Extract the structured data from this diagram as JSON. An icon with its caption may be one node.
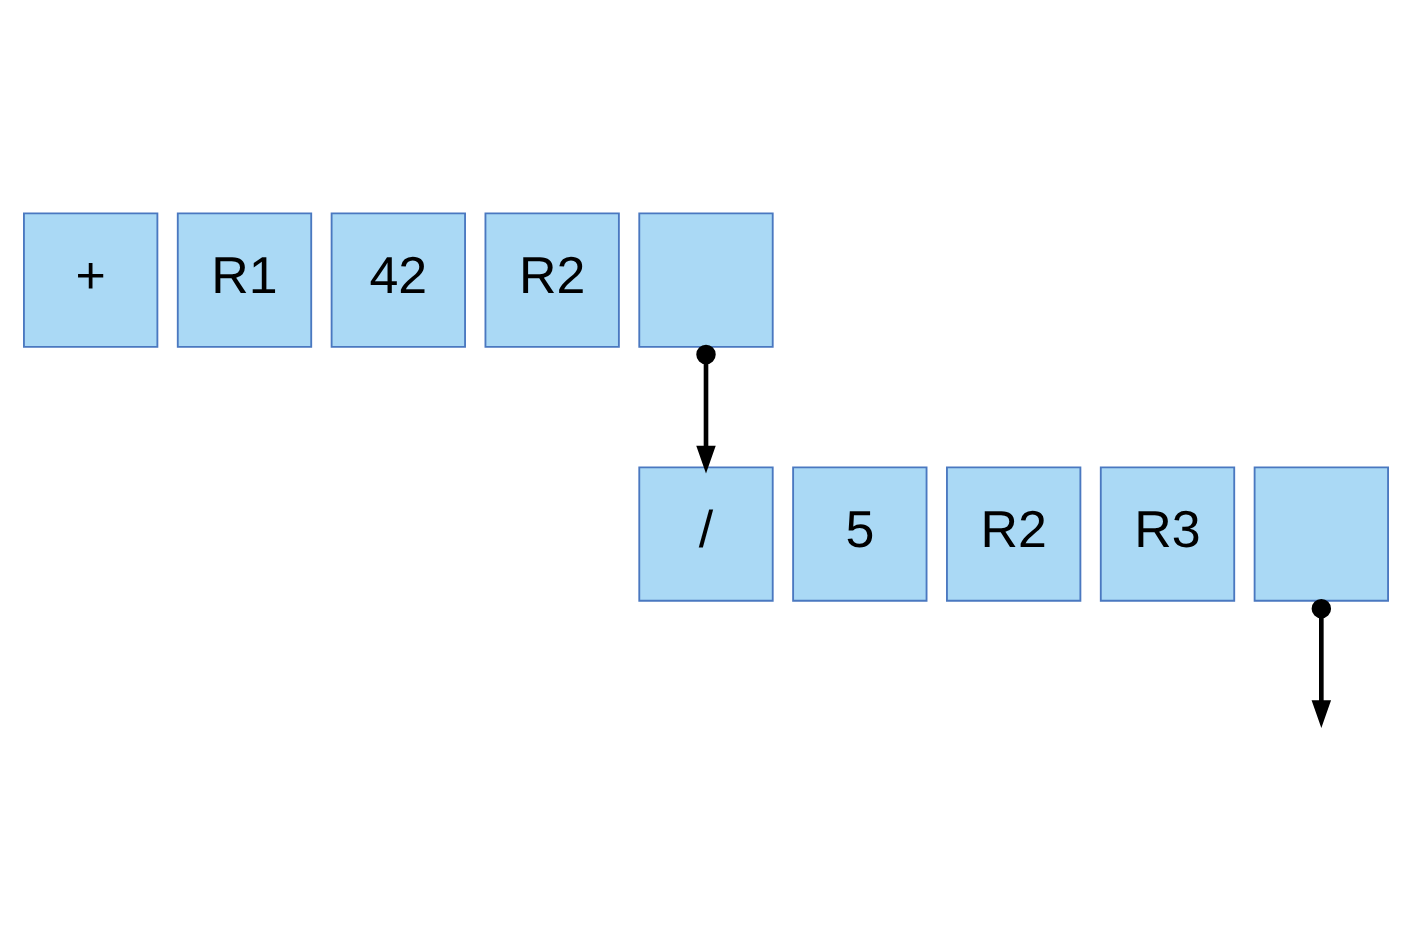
{
  "diagram": {
    "nodes": [
      {
        "text": [
          "+"
        ]
      },
      {
        "text": [
          "R1"
        ]
      },
      {
        "text": [
          "42"
        ]
      },
      {
        "text": [
          "R2"
        ]
      },
      {
        "text": [],
        "shape": "box"
      },
      {
        "text": [
          "/"
        ]
      },
      {
        "text": [
          "5"
        ]
      },
      {
        "text": [
          "R2"
        ]
      },
      {
        "text": [
          "R3"
        ]
      },
      {
        "text": [],
        "shape": "box"
      }
    ],
    "edges": [
      {
        "from": 4,
        "to": 5,
        "arrow": "to"
      },
      {
        "from": 9,
        "to": null,
        "arrow": "to"
      }
    ]
  }
}
